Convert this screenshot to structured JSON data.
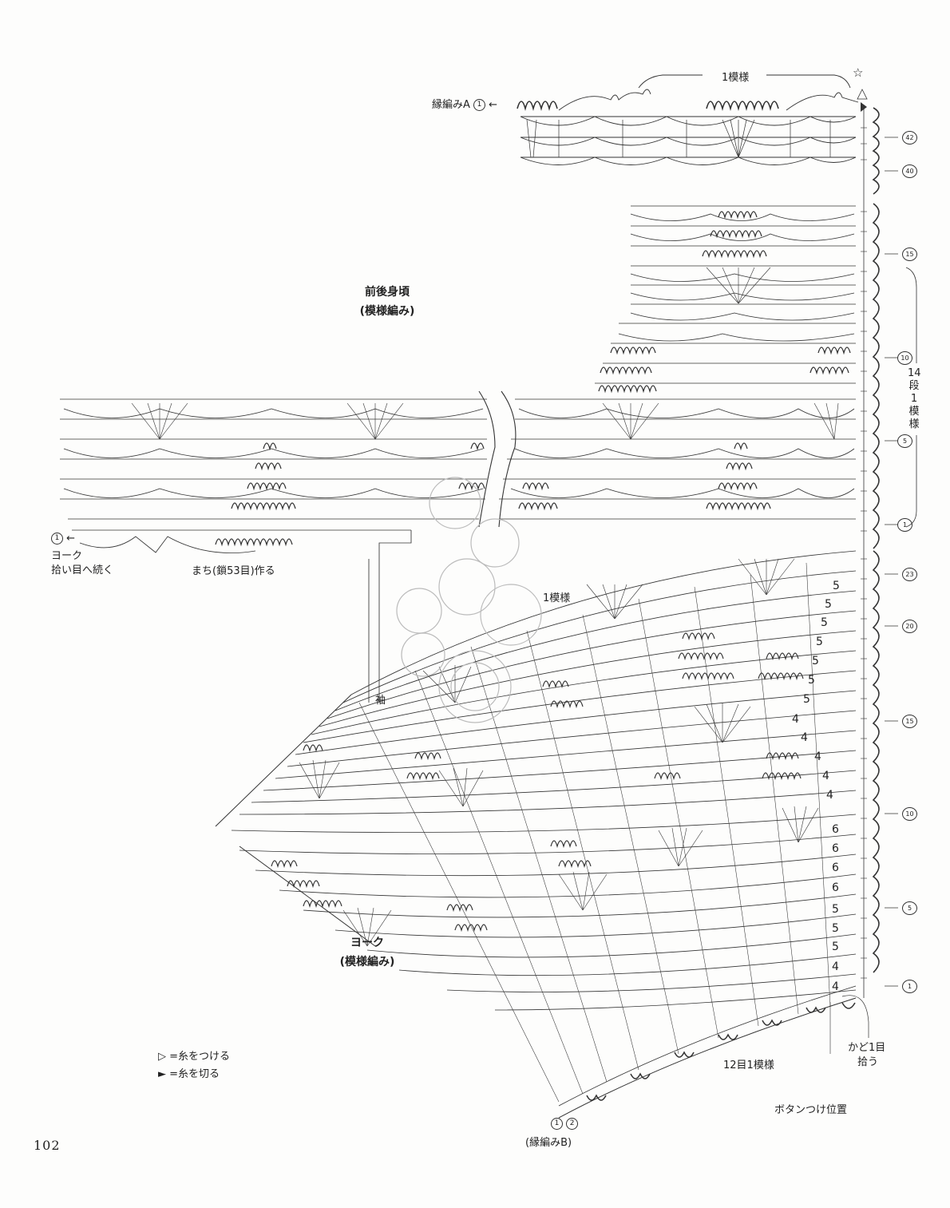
{
  "top_edge": {
    "label": "縁編みA",
    "row": "1",
    "repeat_label": "1模様",
    "star": "☆",
    "right_rows": [
      "42",
      "40"
    ]
  },
  "body": {
    "title_line1": "前後身頃",
    "title_line2": "(模様編み)",
    "right_rows": [
      "15",
      "10",
      "5",
      "1"
    ],
    "vertical_label": [
      "14",
      "段",
      "1",
      "模",
      "様"
    ],
    "left_row": "1",
    "yoke_note_line1": "ヨーク",
    "yoke_note_line2": "拾い目へ続く",
    "gusset_note": "まち(鎖53目)作る"
  },
  "yoke": {
    "repeat_label": "1模様",
    "sleeve_label": "袖",
    "right_rows": [
      "23",
      "20",
      "15",
      "10",
      "5",
      "1"
    ],
    "stitch_counts": [
      "5",
      "5",
      "5",
      "5",
      "5",
      "5",
      "5",
      "4",
      "4",
      "4",
      "4",
      "4",
      "6",
      "6",
      "6",
      "6",
      "5",
      "5",
      "5",
      "4",
      "4"
    ],
    "title_line1": "ヨーク",
    "title_line2": "(模様編み)",
    "corner_note_line1": "かど1目",
    "corner_note_line2": "拾う",
    "repeat12": "12目1模様",
    "button_note": "ボタンつけ位置",
    "bottom_rows": [
      "1",
      "2"
    ],
    "bottom_label": "(縁編みB)"
  },
  "legend": {
    "attach": "▷ =糸をつける",
    "cut": "► =糸を切る"
  },
  "page_number": "102"
}
